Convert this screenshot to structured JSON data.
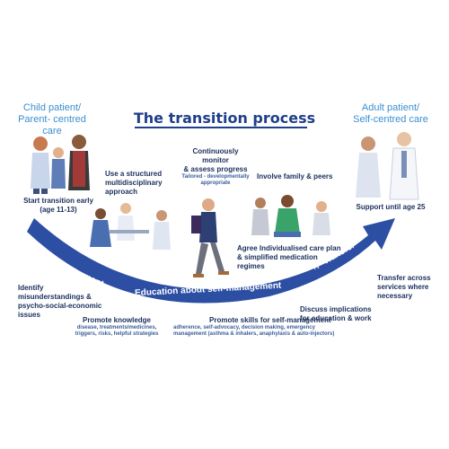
{
  "title": "The transition process",
  "left_header": {
    "line1": "Child patient/",
    "line2": "Parent- centred care"
  },
  "right_header": {
    "line1": "Adult patient/",
    "line2": "Self-centred care"
  },
  "steps": {
    "start": {
      "line1": "Start transition early",
      "line2": "(age 11-13)"
    },
    "structured": {
      "line1": "Use a structured",
      "line2": "multidisciplinary",
      "line3": "approach"
    },
    "monitor": {
      "line1": "Continuously",
      "line2": "monitor",
      "line3": "& assess progress",
      "sub1": "Tailored - developmentally",
      "sub2": "appropriate"
    },
    "family": "Involve family & peers",
    "support": "Support until age 25",
    "care_plan": {
      "line1": "Agree Individualised care plan",
      "line2": "& simplified medication",
      "line3": "regimes"
    },
    "identify": {
      "line1": "Identify",
      "line2": "misunderstandings &",
      "line3": "psycho-social-economic",
      "line4": "issues"
    },
    "knowledge": {
      "line1": "Promote knowledge",
      "sub1": "disease, treatments/medicines,",
      "sub2": "triggers, risks, helpful strategies"
    },
    "skills": {
      "line1": "Promote skills for self-management",
      "sub1": "adherence, self-advocacy, decision making, emergency",
      "sub2": "management (asthma & inhalers, anaphylaxis & auto-injectors)"
    },
    "discuss": {
      "line1": "Discuss implications",
      "line2": "for education & work"
    },
    "transfer": {
      "line1": "Transfer across",
      "line2": "services where",
      "line3": "necessary"
    }
  },
  "arrow": {
    "empowerment": "Empowerment",
    "education": "Education about self-management",
    "transfer": "+/- Transfer"
  },
  "colors": {
    "arrow": "#2c4ea3",
    "title": "#1f3f8a",
    "header": "#3a8fd1",
    "text": "#1a2f5c"
  }
}
